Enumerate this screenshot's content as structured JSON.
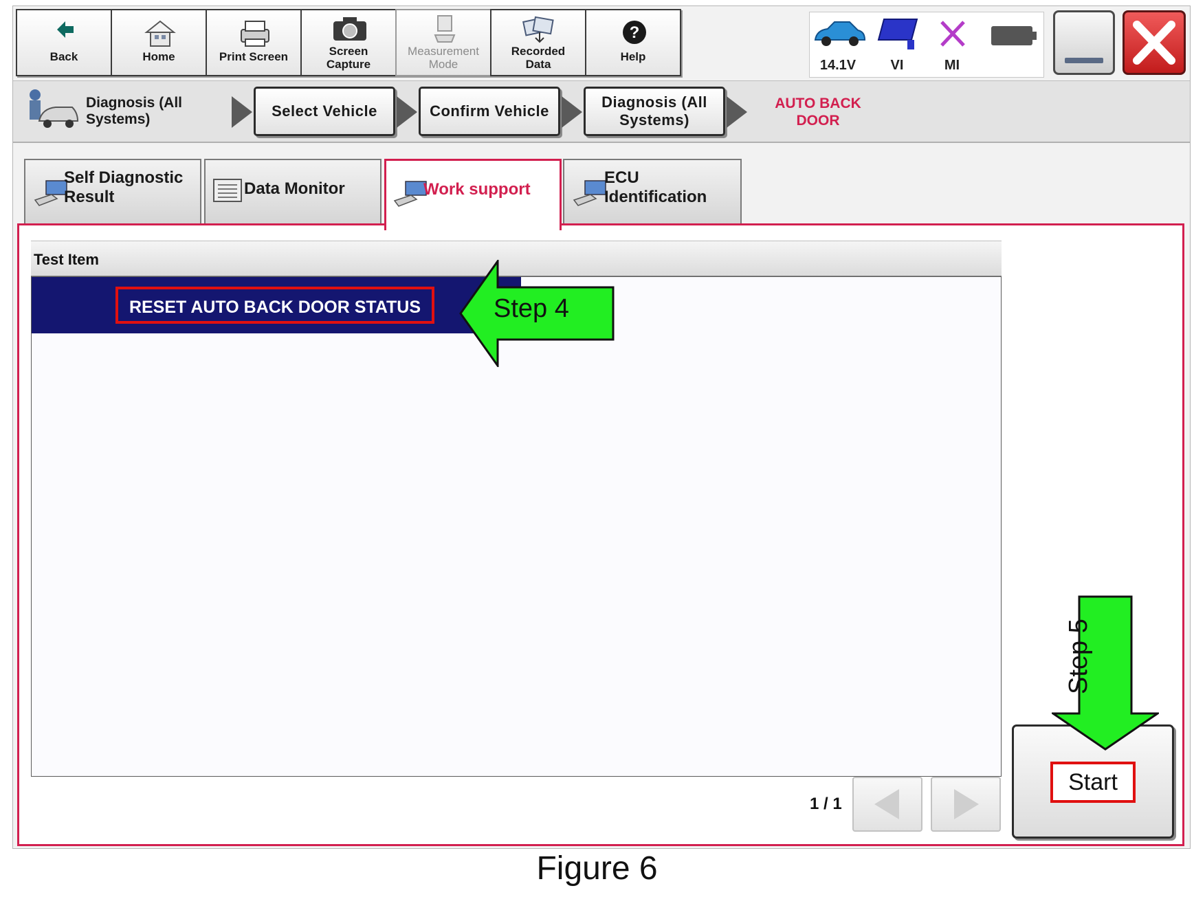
{
  "toolbar": {
    "back": "Back",
    "home": "Home",
    "print_screen": "Print Screen",
    "screen_capture": [
      "Screen",
      "Capture"
    ],
    "measurement_mode": [
      "Measurement",
      "Mode"
    ],
    "recorded_data": [
      "Recorded",
      "Data"
    ],
    "help": "Help"
  },
  "status": {
    "voltage": "14.1V",
    "vi": "VI",
    "mi": "MI"
  },
  "breadcrumb": {
    "root": [
      "Diagnosis (All",
      "Systems)"
    ],
    "select_vehicle": "Select Vehicle",
    "confirm_vehicle": "Confirm Vehicle",
    "diagnosis_all": [
      "Diagnosis (All",
      "Systems)"
    ],
    "current": [
      "AUTO BACK",
      "DOOR"
    ]
  },
  "tabs": {
    "self_diag": [
      "Self Diagnostic",
      "Result"
    ],
    "data_monitor": "Data Monitor",
    "work_support": "Work support",
    "ecu_id": [
      "ECU",
      "Identification"
    ]
  },
  "list": {
    "header": "Test Item",
    "items": [
      "RESET AUTO BACK DOOR STATUS"
    ],
    "selected_index": 0
  },
  "pagination": {
    "indicator": "1 / 1"
  },
  "start_button": "Start",
  "annotations": {
    "step4": "Step 4",
    "step5": "Step 5"
  },
  "figure_caption": "Figure 6",
  "colors": {
    "accent": "#d21f4f",
    "selected_row": "#141670",
    "arrow_green": "#22ee22",
    "highlight_red": "#e01010"
  }
}
